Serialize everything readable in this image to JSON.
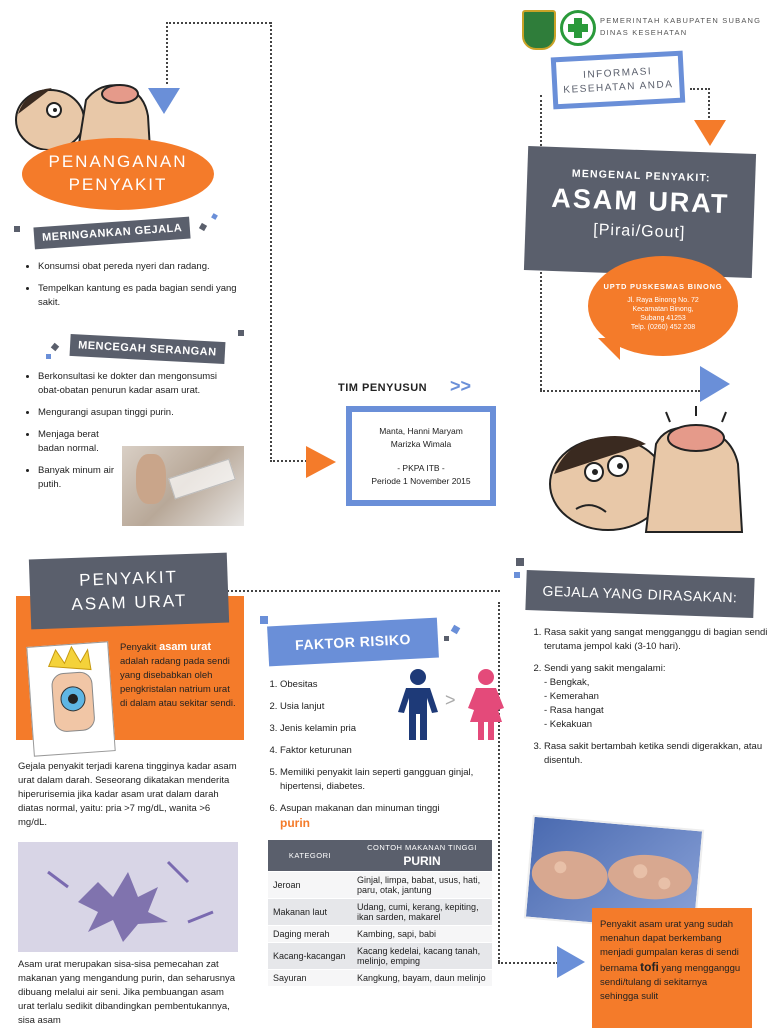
{
  "header": {
    "gov_line1": "PEMERINTAH KABUPATEN SUBANG",
    "gov_line2": "DINAS KESEHATAN",
    "info_line1": "INFORMASI",
    "info_line2": "KESEHATAN ANDA"
  },
  "cover": {
    "subtitle": "MENGENAL PENYAKIT:",
    "title": "ASAM URAT",
    "alt_name": "[Pirai/Gout]"
  },
  "puskesmas": {
    "name": "UPTD PUSKESMAS BINONG",
    "address1": "Jl. Raya Binong No. 72",
    "address2": "Kecamatan Binong,",
    "address3": "Subang 41253",
    "phone": "Telp. (0260) 452 208"
  },
  "penanganan": {
    "title_line1": "PENANGANAN",
    "title_line2": "PENYAKIT",
    "gejala_heading": "MERINGANKAN GEJALA",
    "gejala_items": [
      "Konsumsi obat pereda nyeri dan radang.",
      "Tempelkan kantung es pada bagian sendi yang sakit."
    ],
    "cegah_heading": "MENCEGAH SERANGAN",
    "cegah_items": [
      "Berkonsultasi ke dokter dan mengonsumsi obat-obatan penurun kadar asam urat.",
      "Mengurangi asupan tinggi purin.",
      "Menjaga berat badan normal.",
      "Banyak minum air putih."
    ]
  },
  "tim": {
    "heading": "TIM PENYUSUN",
    "arrows": ">>",
    "names1": "Manta, Hanni Maryam",
    "names2": "Marizka Wimala",
    "org": "- PKPA ITB -",
    "period": "Periode 1 November 2015"
  },
  "penyakit": {
    "title_line1": "PENYAKIT",
    "title_line2": "ASAM URAT",
    "def_pre": "Penyakit ",
    "def_highlight": "asam urat",
    "def_post": " adalah radang pada sendi yang disebabkan oleh pengkristalan natrium urat di dalam atau sekitar sendi.",
    "para1": "Gejala penyakit terjadi karena tingginya kadar asam urat dalam darah. Seseorang dikatakan menderita hiperurisemia jika kadar asam urat dalam darah diatas normal, yaitu: pria >7 mg/dL, wanita >6 mg/dL.",
    "para2": "Asam urat merupakan sisa-sisa pemecahan zat makanan yang mengandung purin, dan seharusnya dibuang melalui air seni. Jika pembuangan asam urat terlalu sedikit dibandingkan pembentukannya, sisa asam"
  },
  "faktor": {
    "heading": "FAKTOR RISIKO",
    "items": [
      "Obesitas",
      "Usia lanjut",
      "Jenis kelamin pria",
      "Faktor keturunan",
      "Memiliki penyakit lain seperti gangguan ginjal, hipertensi, diabetes.",
      "Asupan makanan dan minuman tinggi"
    ],
    "purin_word": "purin",
    "table_head_kategori": "KATEGORI",
    "table_head_contoh": "CONTOH MAKANAN TINGGI",
    "table_head_purin": "PURIN",
    "rows": [
      {
        "kategori": "Jeroan",
        "contoh": "Ginjal, limpa, babat, usus, hati, paru, otak, jantung"
      },
      {
        "kategori": "Makanan laut",
        "contoh": "Udang, cumi, kerang, kepiting, ikan sarden, makarel"
      },
      {
        "kategori": "Daging merah",
        "contoh": "Kambing, sapi, babi"
      },
      {
        "kategori": "Kacang-kacangan",
        "contoh": "Kacang kedelai, kacang tanah, melinjo, emping"
      },
      {
        "kategori": "Sayuran",
        "contoh": "Kangkung, bayam, daun melinjo"
      }
    ]
  },
  "gejala": {
    "heading": "GEJALA YANG DIRASAKAN:",
    "item1": "Rasa sakit yang sangat mengganggu di bagian sendi terutama jempol kaki (3-10 hari).",
    "item2": "Sendi yang sakit mengalami:",
    "sub": [
      "- Bengkak,",
      "- Kemerahan",
      "- Rasa hangat",
      "- Kekakuan"
    ],
    "item3": "Rasa sakit bertambah ketika sendi digerakkan, atau disentuh.",
    "tofi_pre": "Penyakit asam urat yang sudah menahun dapat berkembang menjadi gumpalan keras di sendi bernama ",
    "tofi_word": "tofi",
    "tofi_post": " yang mengganggu sendi/tulang di sekitarnya sehingga sulit"
  },
  "colors": {
    "orange": "#f47b2a",
    "gray": "#5a5f6c",
    "blue": "#6a8fd8"
  }
}
